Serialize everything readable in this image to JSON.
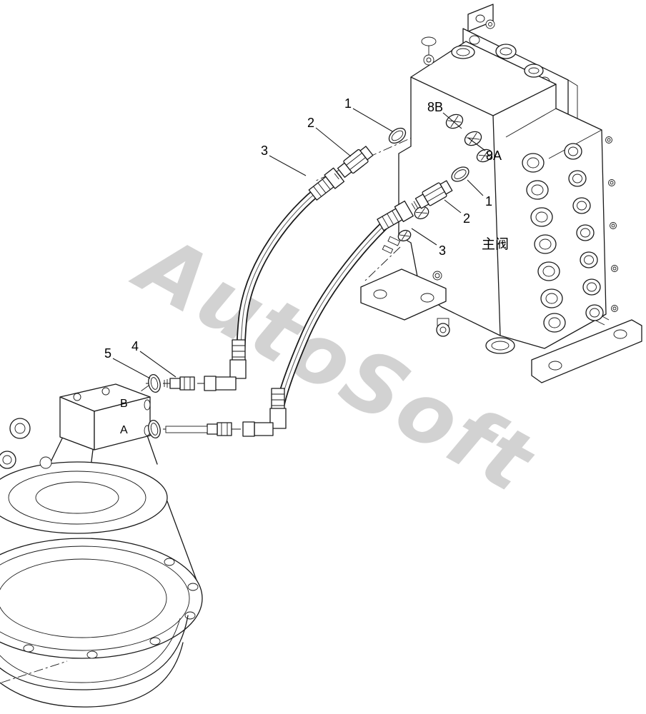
{
  "labels": {
    "c1_top": "1",
    "c2_top": "2",
    "c3_top": "3",
    "c8b": "8B",
    "c8a": "8A",
    "c1_mid": "1",
    "c2_mid": "2",
    "c3_mid": "3",
    "c4": "4",
    "c5": "5",
    "port_b": "B",
    "port_a": "A",
    "main_valve": "主阀",
    "watermark": "AutoSoft"
  },
  "colors": {
    "line_color": "#1a1a1a",
    "watermark_color": "#c7c7c7",
    "background": "#ffffff"
  }
}
